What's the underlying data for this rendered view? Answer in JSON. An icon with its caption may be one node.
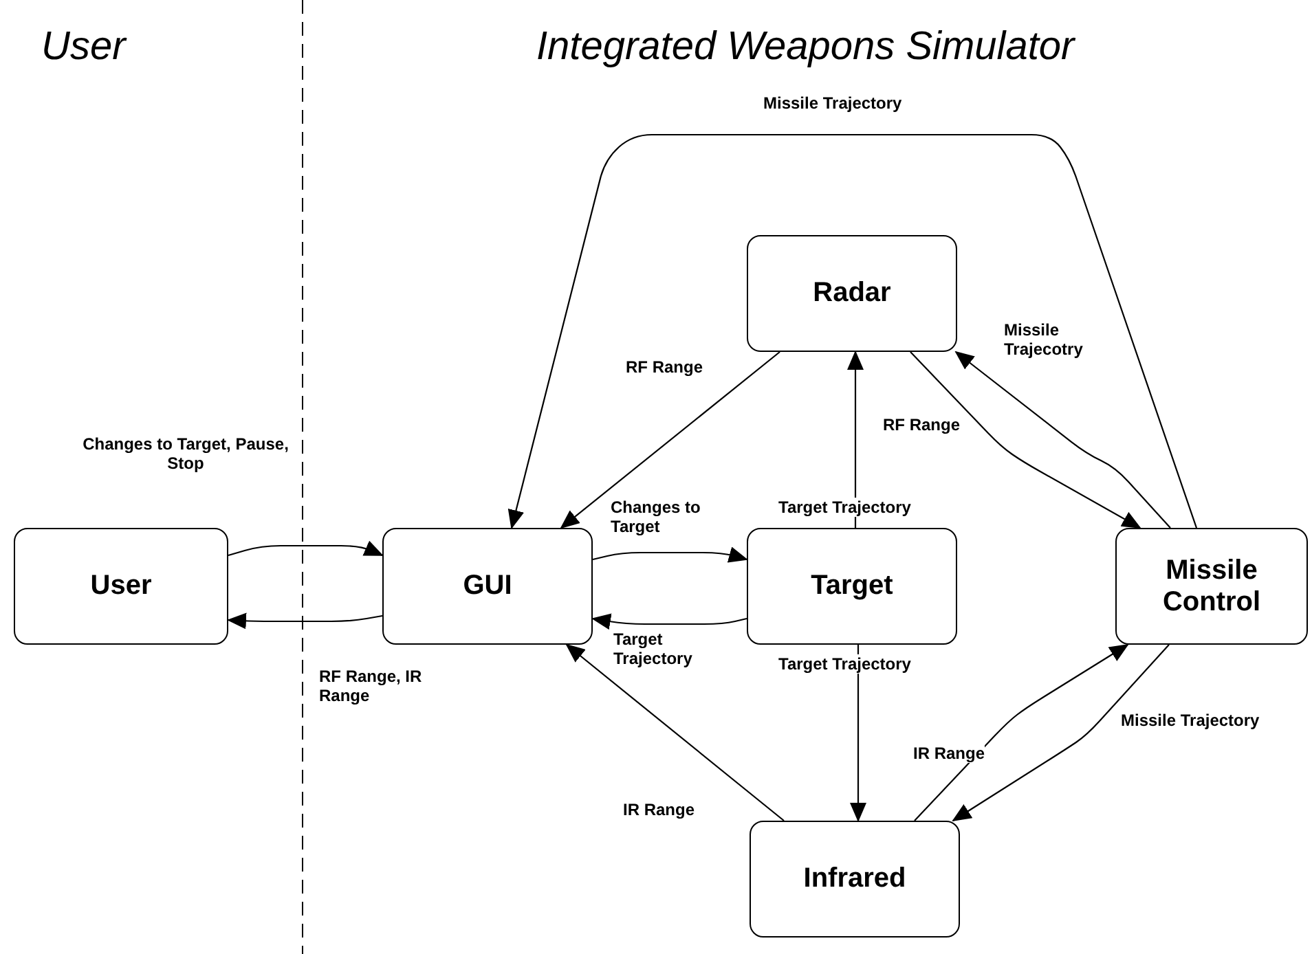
{
  "diagram": {
    "nodes": [
      {
        "text": [
          "User"
        ]
      },
      {
        "text": [
          "GUI"
        ]
      },
      {
        "text": [
          "Radar"
        ]
      },
      {
        "text": [
          "Target"
        ]
      },
      {
        "text": [
          "Missile Control"
        ]
      },
      {
        "text": [
          "Infrared"
        ]
      }
    ],
    "edges": [
      {
        "from": 0,
        "to": 1,
        "arrow": "to",
        "label": "Changes to Target, Pause, Stop"
      },
      {
        "from": 1,
        "to": 0,
        "arrow": "to",
        "label": "RF Range, IR Range"
      },
      {
        "from": 1,
        "to": 3,
        "arrow": "to",
        "label": "Changes to Target"
      },
      {
        "from": 3,
        "to": 1,
        "arrow": "to",
        "label": "Target Trajectory"
      },
      {
        "from": 2,
        "to": 1,
        "arrow": "to",
        "label": "RF Range"
      },
      {
        "from": 3,
        "to": 2,
        "arrow": "to",
        "label": "Target Trajectory"
      },
      {
        "from": 2,
        "to": 4,
        "arrow": "to",
        "label": "RF Range"
      },
      {
        "from": 4,
        "to": 2,
        "arrow": "to",
        "label": "Missile Trajecotry"
      },
      {
        "from": 4,
        "to": 1,
        "arrow": "to",
        "label": "Missile Trajectory"
      },
      {
        "from": 3,
        "to": 5,
        "arrow": "to",
        "label": "Target Trajectory"
      },
      {
        "from": 5,
        "to": 1,
        "arrow": "to",
        "label": "IR Range"
      },
      {
        "from": 5,
        "to": 4,
        "arrow": "to",
        "label": "IR Range"
      },
      {
        "from": 4,
        "to": 5,
        "arrow": "to",
        "label": "Missile Trajectory"
      }
    ],
    "labels": [
      "User",
      "Integrated Weapons Simulator"
    ]
  }
}
